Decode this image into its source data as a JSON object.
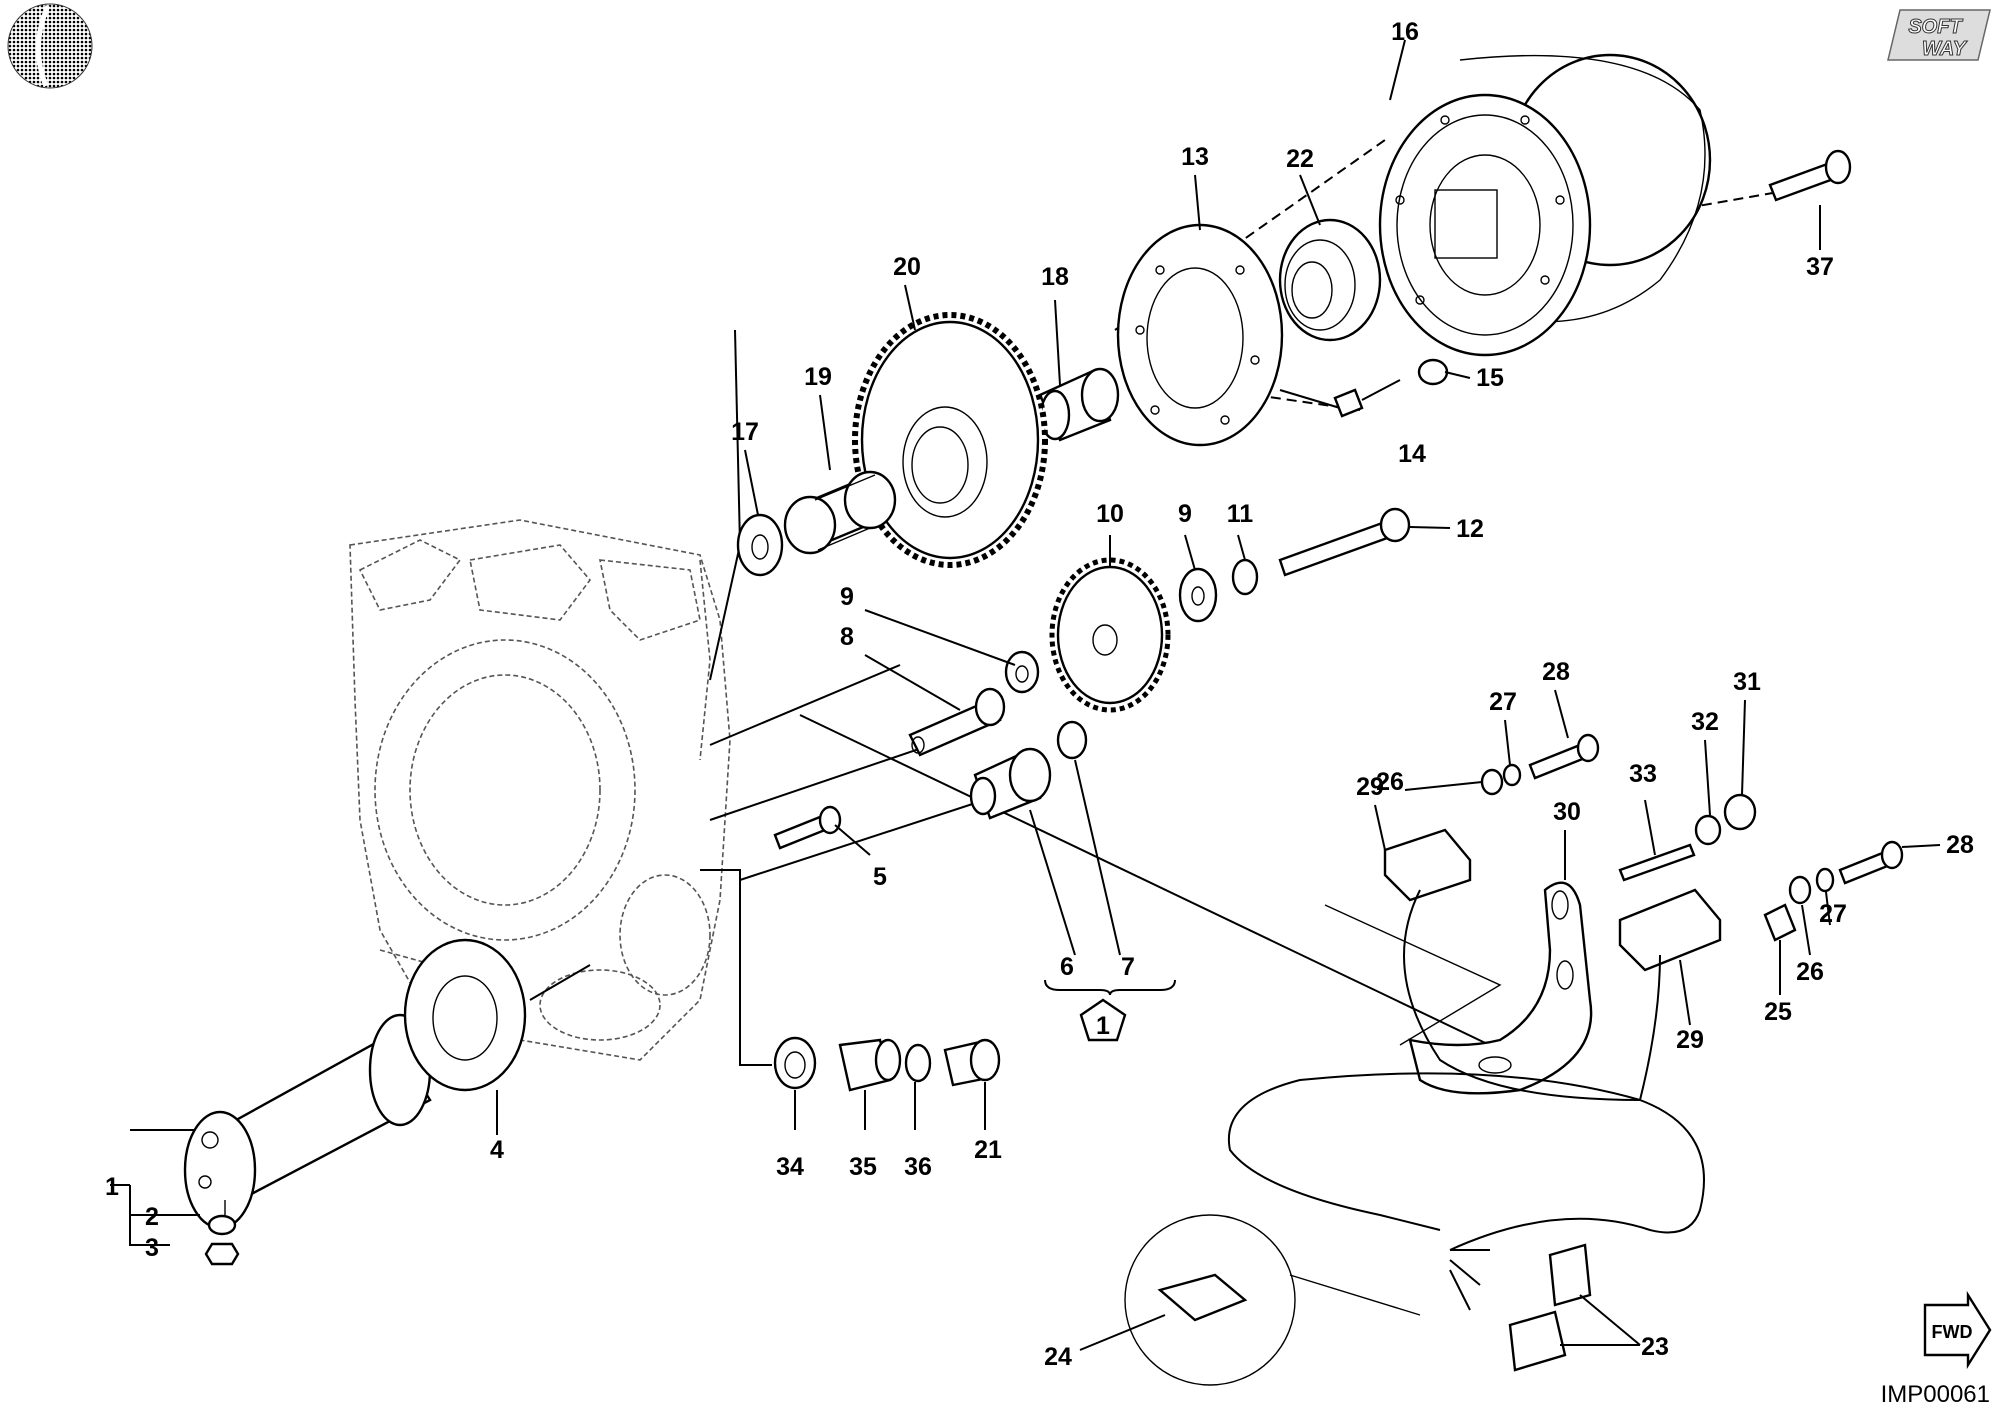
{
  "diagram": {
    "code": "IMP00061",
    "badge_group": "1",
    "logo_text": "SOFT WAY",
    "fwd_label": "FWD",
    "callouts": [
      {
        "id": "c1",
        "label": "1"
      },
      {
        "id": "c2",
        "label": "2"
      },
      {
        "id": "c3",
        "label": "3"
      },
      {
        "id": "c4",
        "label": "4"
      },
      {
        "id": "c5",
        "label": "5"
      },
      {
        "id": "c6",
        "label": "6"
      },
      {
        "id": "c7",
        "label": "7"
      },
      {
        "id": "c8",
        "label": "8"
      },
      {
        "id": "c9a",
        "label": "9"
      },
      {
        "id": "c9b",
        "label": "9"
      },
      {
        "id": "c10",
        "label": "10"
      },
      {
        "id": "c11",
        "label": "11"
      },
      {
        "id": "c12",
        "label": "12"
      },
      {
        "id": "c13",
        "label": "13"
      },
      {
        "id": "c14",
        "label": "14"
      },
      {
        "id": "c15",
        "label": "15"
      },
      {
        "id": "c16",
        "label": "16"
      },
      {
        "id": "c17",
        "label": "17"
      },
      {
        "id": "c18",
        "label": "18"
      },
      {
        "id": "c19",
        "label": "19"
      },
      {
        "id": "c20",
        "label": "20"
      },
      {
        "id": "c21",
        "label": "21"
      },
      {
        "id": "c22",
        "label": "22"
      },
      {
        "id": "c23",
        "label": "23"
      },
      {
        "id": "c24",
        "label": "24"
      },
      {
        "id": "c25",
        "label": "25"
      },
      {
        "id": "c26a",
        "label": "26"
      },
      {
        "id": "c26b",
        "label": "26"
      },
      {
        "id": "c27a",
        "label": "27"
      },
      {
        "id": "c27b",
        "label": "27"
      },
      {
        "id": "c28a",
        "label": "28"
      },
      {
        "id": "c28b",
        "label": "28"
      },
      {
        "id": "c29a",
        "label": "29"
      },
      {
        "id": "c29b",
        "label": "29"
      },
      {
        "id": "c30",
        "label": "30"
      },
      {
        "id": "c31",
        "label": "31"
      },
      {
        "id": "c32",
        "label": "32"
      },
      {
        "id": "c33",
        "label": "33"
      },
      {
        "id": "c34",
        "label": "34"
      },
      {
        "id": "c35",
        "label": "35"
      },
      {
        "id": "c36",
        "label": "36"
      },
      {
        "id": "c37",
        "label": "37"
      }
    ]
  }
}
